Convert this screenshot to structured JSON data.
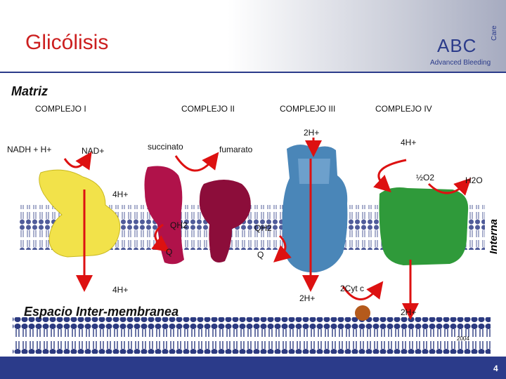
{
  "header": {
    "title": "Glicólisis",
    "logo_text": "ABC",
    "logo_care": "Care",
    "logo_sub": "Advanced Bleeding"
  },
  "labels": {
    "matriz": "Matriz",
    "complejo_1": "COMPLEJO I",
    "complejo_2": "COMPLEJO II",
    "complejo_3": "COMPLEJO III",
    "complejo_4": "COMPLEJO IV",
    "nadh": "NADH + H+",
    "nad": "NAD+",
    "succinato": "succinato",
    "fumarato": "fumarato",
    "h2_top": "2H+",
    "h4_top_right": "4H+",
    "half_o2": "½O2",
    "h2o": "H2O",
    "h4_left": "4H+",
    "qh2_left": "QH2",
    "q_left": "Q",
    "qh2_right": "QH2",
    "q_right": "Q",
    "h4_bottom": "4H+",
    "h2_bottom": "2H+",
    "cyt_c": "2Cyt c",
    "h2_bottom_right": "2H+",
    "espacio": "Espacio Inter-membranea",
    "interna": "Interna",
    "copyright": "2004"
  },
  "footer": {
    "page_number": "4"
  },
  "colors": {
    "title": "#cc1f1f",
    "brand": "#2b3b8a",
    "arrow": "#dd1111",
    "complejo_1": "#f2e24a",
    "complejo_2": "#b0124a",
    "complejo_3": "#4a86b8",
    "complejo_4": "#2f9a3a"
  }
}
